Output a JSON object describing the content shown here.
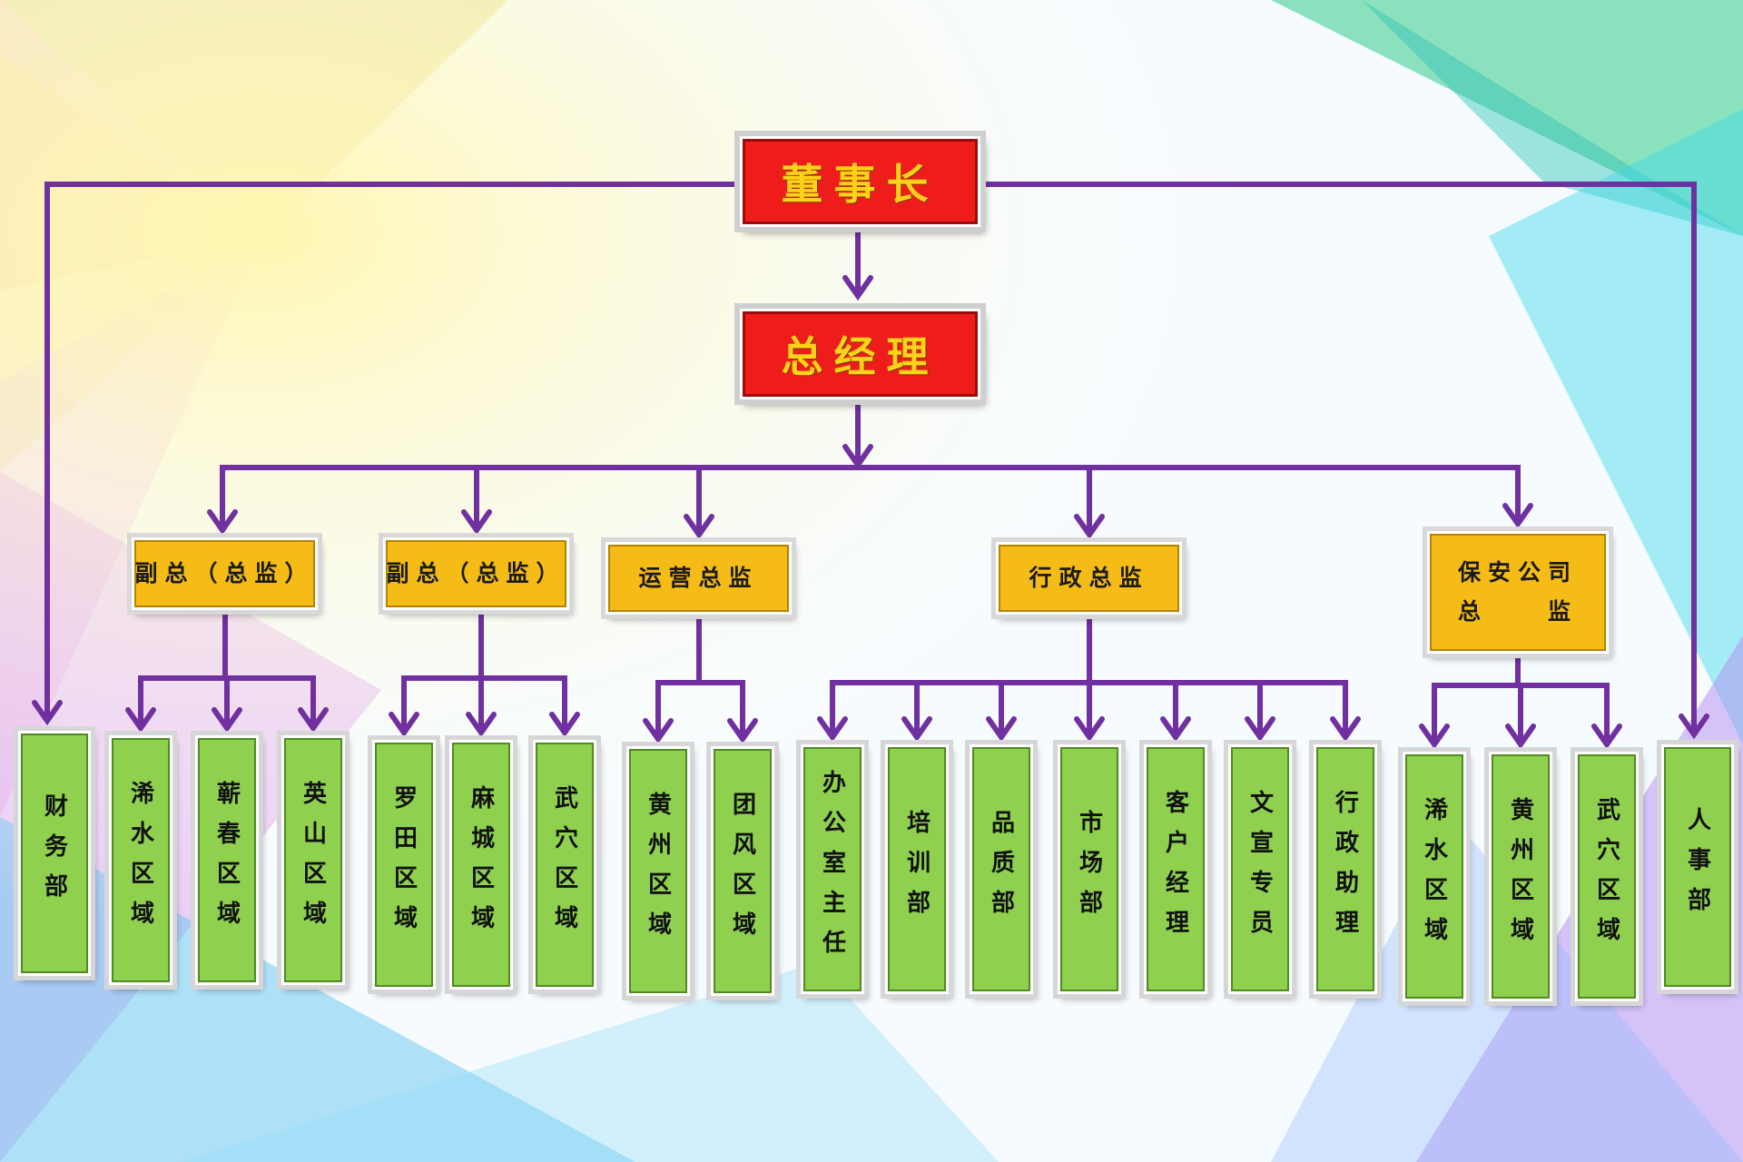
{
  "colors": {
    "connector": "#7030a0",
    "top_fill": "#ef1c1c",
    "top_text": "#ffd21a",
    "mid_fill": "#f5bb16",
    "leaf_fill": "#8fd14f"
  },
  "chairman": {
    "label": "董事长"
  },
  "general_manager": {
    "label": "总经理"
  },
  "directors": [
    {
      "label": "副总（总监）"
    },
    {
      "label": "副总（总监）"
    },
    {
      "label": "运营总监"
    },
    {
      "label": "行政总监"
    },
    {
      "label": "保安公司\n总　　监"
    }
  ],
  "left_dept": {
    "label": "财务部"
  },
  "right_dept": {
    "label": "人事部"
  },
  "groups": [
    {
      "items": [
        "浠水区域",
        "蕲春区域",
        "英山区域"
      ]
    },
    {
      "items": [
        "罗田区域",
        "麻城区域",
        "武穴区域"
      ]
    },
    {
      "items": [
        "黄州区域",
        "团风区域"
      ]
    },
    {
      "items": [
        "办公室主任",
        "培训部",
        "品质部",
        "市场部",
        "客户经理",
        "文宣专员",
        "行政助理"
      ]
    },
    {
      "items": [
        "浠水区域",
        "黄州区域",
        "武穴区域"
      ]
    }
  ]
}
